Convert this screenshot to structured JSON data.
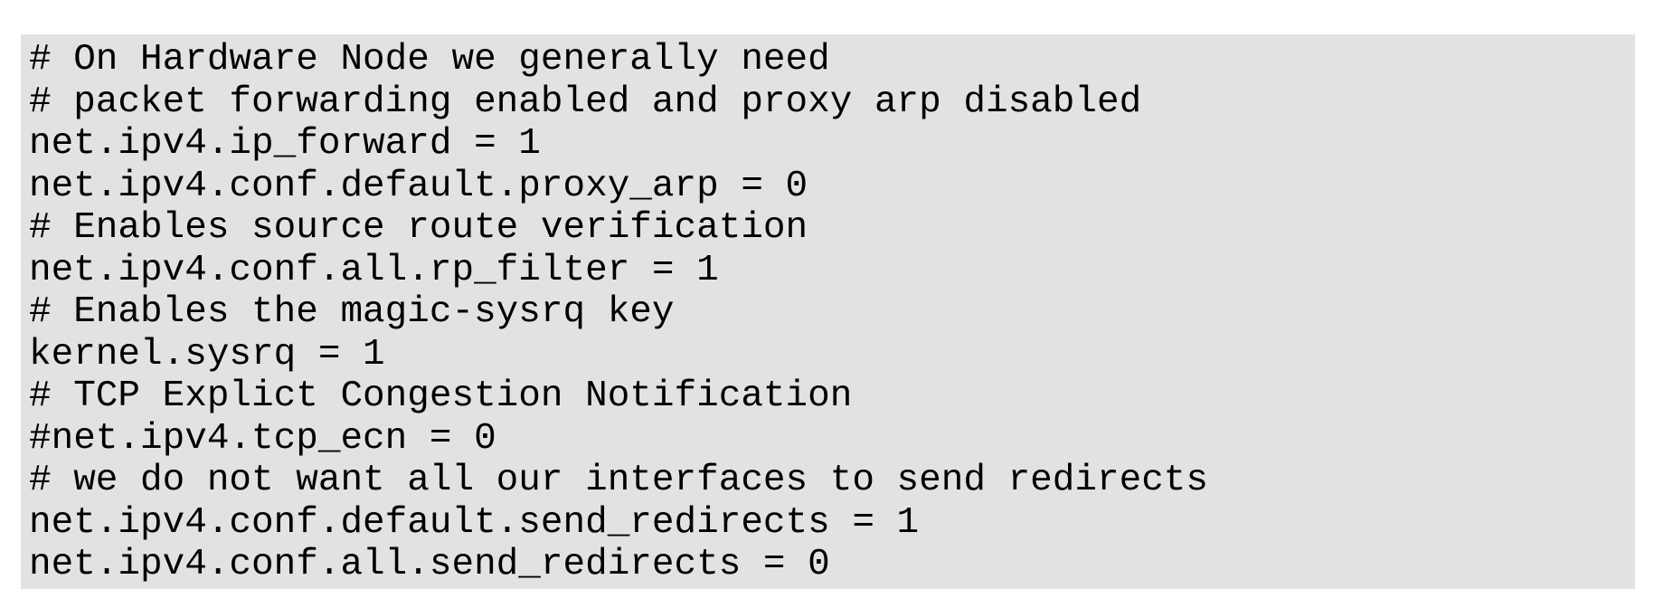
{
  "page": {
    "background": "#ffffff"
  },
  "code_block": {
    "background": "#e2e2e2",
    "text_color": "#000000",
    "content_description": "sysctl-configuration-snippet",
    "lines": [
      "# On Hardware Node we generally need",
      "# packet forwarding enabled and proxy arp disabled",
      "net.ipv4.ip_forward = 1",
      "net.ipv4.conf.default.proxy_arp = 0",
      "# Enables source route verification",
      "net.ipv4.conf.all.rp_filter = 1",
      "# Enables the magic-sysrq key",
      "kernel.sysrq = 1",
      "# TCP Explict Congestion Notification",
      "#net.ipv4.tcp_ecn = 0",
      "# we do not want all our interfaces to send redirects",
      "net.ipv4.conf.default.send_redirects = 1",
      "net.ipv4.conf.all.send_redirects = 0"
    ]
  }
}
